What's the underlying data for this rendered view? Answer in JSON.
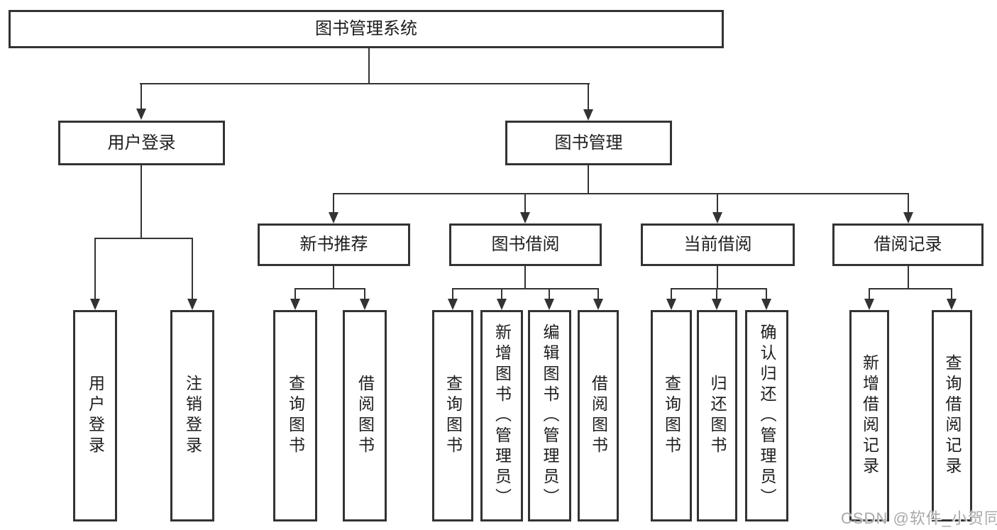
{
  "colors": {
    "line": "#333333",
    "text": "#1d1d1d",
    "background": "#ffffff",
    "watermark_color": "#a9a9a9"
  },
  "nodes": {
    "root": {
      "label": "图书管理系统"
    },
    "user_login": {
      "label": "用户登录"
    },
    "book_management": {
      "label": "图书管理"
    },
    "new_book_recommend": {
      "label": "新书推荐"
    },
    "book_borrow": {
      "label": "图书借阅"
    },
    "current_borrow": {
      "label": "当前借阅"
    },
    "borrow_records": {
      "label": "借阅记录"
    },
    "leaf_user_login": {
      "label": "用户登录"
    },
    "leaf_logout": {
      "label": "注销登录"
    },
    "leaf_nb_query_books": {
      "label": "查询图书"
    },
    "leaf_nb_borrow_books": {
      "label": "借阅图书"
    },
    "leaf_bb_query_books": {
      "label": "查询图书"
    },
    "leaf_bb_add_books": {
      "label": "新增图书（管理员）"
    },
    "leaf_bb_edit_books": {
      "label": "编辑图书（管理员）"
    },
    "leaf_bb_borrow_books": {
      "label": "借阅图书"
    },
    "leaf_cb_query_books": {
      "label": "查询图书"
    },
    "leaf_cb_return_books": {
      "label": "归还图书"
    },
    "leaf_cb_confirm_return": {
      "label": "确认归还（管理员）"
    },
    "leaf_br_add_record": {
      "label": "新增借阅记录"
    },
    "leaf_br_query_record": {
      "label": "查询借阅记录"
    }
  },
  "watermark": {
    "text": "CSDN @软件_小贺同学"
  }
}
